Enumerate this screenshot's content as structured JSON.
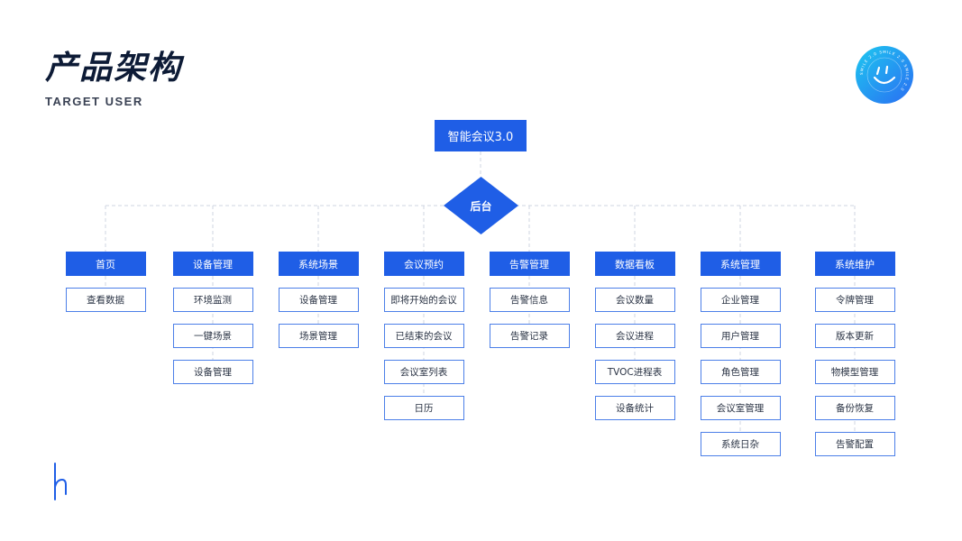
{
  "header": {
    "title": "产品架构",
    "subtitle": "TARGET USER"
  },
  "logo": {
    "icon": "smiley-badge-icon",
    "ring_text": "SMILE 2.0 SMILE 2.0 SMILE 2.0",
    "gradient_start": "#1ec8f0",
    "gradient_end": "#2a6df2"
  },
  "colors": {
    "accent": "#1f5ee6",
    "item_border": "#4c7fe8",
    "connector": "#cfd6e2"
  },
  "diagram": {
    "root": "智能会议3.0",
    "hub": "后台",
    "columns": [
      {
        "title": "首页",
        "items": [
          "查看数据"
        ]
      },
      {
        "title": "设备管理",
        "items": [
          "环境监测",
          "一键场景",
          "设备管理"
        ]
      },
      {
        "title": "系统场景",
        "items": [
          "设备管理",
          "场景管理"
        ]
      },
      {
        "title": "会议预约",
        "items": [
          "即将开始的会议",
          "已结束的会议",
          "会议室列表",
          "日历"
        ]
      },
      {
        "title": "告警管理",
        "items": [
          "告警信息",
          "告警记录"
        ]
      },
      {
        "title": "数据看板",
        "items": [
          "会议数量",
          "会议进程",
          "TVOC进程表",
          "设备统计"
        ]
      },
      {
        "title": "系统管理",
        "items": [
          "企业管理",
          "用户管理",
          "角色管理",
          "会议室管理",
          "系统日杂"
        ]
      },
      {
        "title": "系统维护",
        "items": [
          "令牌管理",
          "版本更新",
          "物模型管理",
          "备份恢复",
          "告警配置"
        ]
      }
    ]
  }
}
